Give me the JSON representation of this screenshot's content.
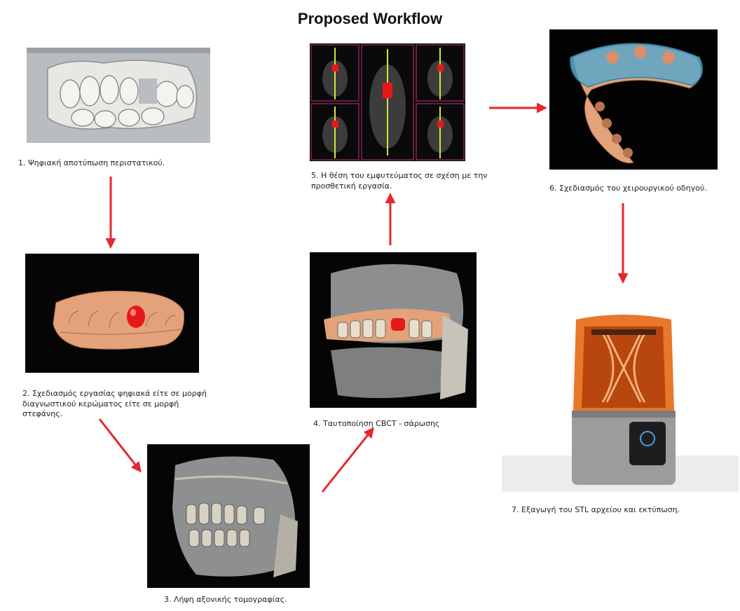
{
  "title": "Proposed Workflow",
  "colors": {
    "arrow": "#e8262d",
    "panel_dark": "#050505",
    "tooth": "#e9e7e3",
    "wax": "#e3a27a",
    "crown": "#e61919",
    "guide": "#5aa7c9",
    "printer_orange": "#e8772a"
  },
  "steps": [
    {
      "caption": [
        "1. Ψηφιακή αποτύπωση περιστατικού."
      ],
      "icon": "digital-scan-model"
    },
    {
      "caption": [
        "2. Σχεδιασμός εργασίας ψηφιακά είτε σε μορφή",
        "διαγνωστικού κερώματος είτε σε μορφή",
        "στεφάνης."
      ],
      "icon": "wax-up-model"
    },
    {
      "caption": [
        "3. Λήψη αξονικής τομογραφίας."
      ],
      "icon": "cbct-skull-render"
    },
    {
      "caption": [
        "4. Ταυτοποίηση CBCT - σάρωσης"
      ],
      "icon": "cbct-scan-merge"
    },
    {
      "caption": [
        "5. Η θέση του εμφυτεύματος σε σχέση με την",
        "προσθετική εργασία."
      ],
      "icon": "implant-planning-views"
    },
    {
      "caption": [
        "6. Σχεδιασμός του χειρουργικού οδηγού."
      ],
      "icon": "surgical-guide-model"
    },
    {
      "caption": [
        "7. Εξαγωγή του STL αρχείου και εκτύπωση."
      ],
      "icon": "3d-printer"
    }
  ]
}
